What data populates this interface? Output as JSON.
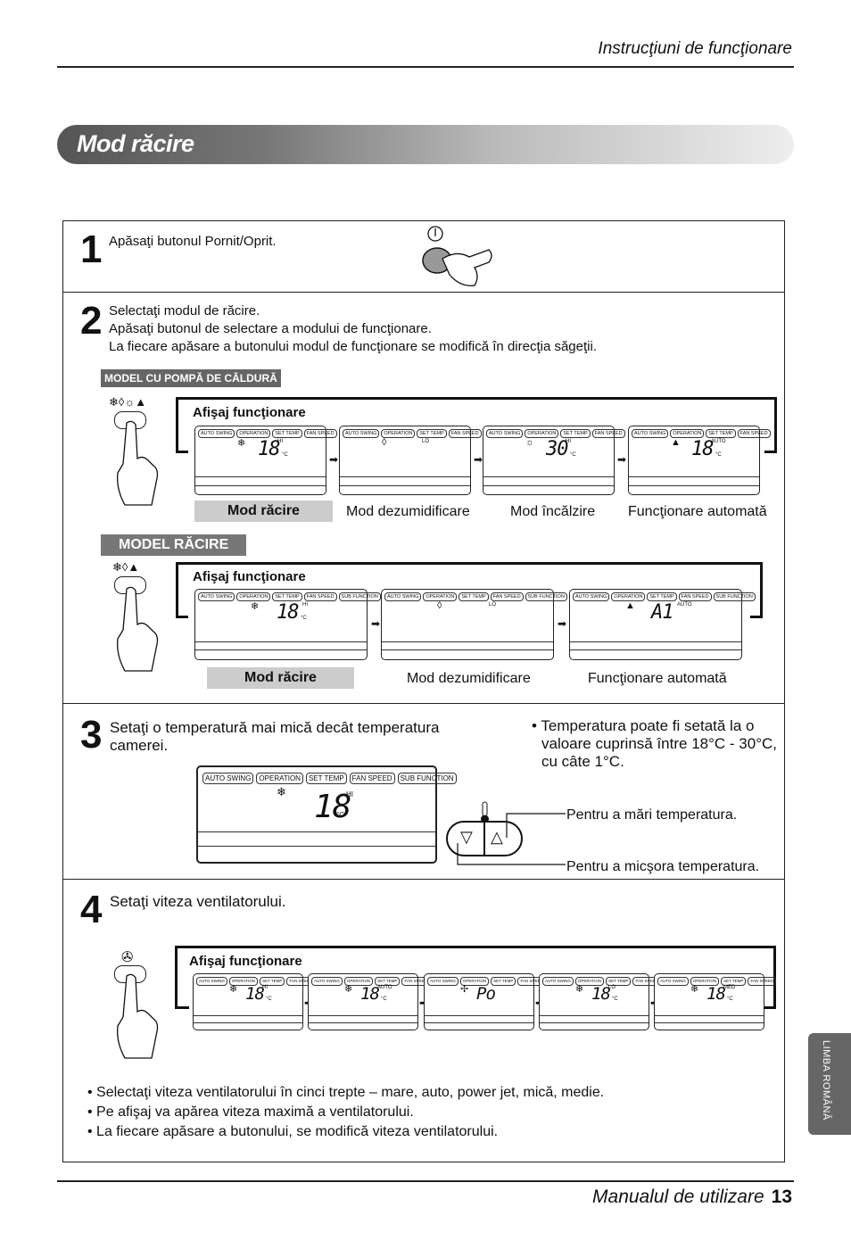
{
  "header": {
    "title": "Instrucţiuni de funcţionare"
  },
  "banner": {
    "title": "Mod răcire"
  },
  "step1": {
    "number": "1",
    "text": "Apăsaţi butonul Pornit/Oprit."
  },
  "step2": {
    "number": "2",
    "lines": [
      "Selectaţi modul de răcire.",
      "Apăsaţi butonul de selectare a modului de funcţionare.",
      "La fiecare apăsare a butonului modul de funcţionare se modifică în direcţia săgeţii."
    ],
    "heatpump": {
      "tag": "MODEL CU POMPĂ DE CĂLDURĂ",
      "button_icons": "❄◊☼▲",
      "display_title": "Afişaj funcţionare",
      "modes": [
        "Mod răcire",
        "Mod dezumidificare",
        "Mod încălzire",
        "Funcţionare automată"
      ],
      "lcd_pills": [
        "AUTO SWING",
        "OPERATION",
        "SET TEMP",
        "FAN SPEED"
      ],
      "displays": [
        {
          "sym": "❄",
          "num": "18",
          "unit": "°C",
          "fan": "HI"
        },
        {
          "sym": "◊",
          "num": "",
          "unit": "",
          "fan": "LO"
        },
        {
          "sym": "☼",
          "num": "30",
          "unit": "°C",
          "fan": "HI"
        },
        {
          "sym": "▲",
          "num": "18",
          "unit": "°C",
          "fan": "AUTO"
        }
      ]
    },
    "cooling": {
      "tag": "MODEL RĂCIRE",
      "button_icons": "❄◊▲",
      "display_title": "Afişaj funcţionare",
      "modes": [
        "Mod răcire",
        "Mod dezumidificare",
        "Funcţionare automată"
      ],
      "lcd_pills": [
        "AUTO SWING",
        "OPERATION",
        "SET TEMP",
        "FAN SPEED",
        "SUB FUNCTION"
      ],
      "displays": [
        {
          "sym": "❄",
          "num": "18",
          "unit": "°C",
          "fan": "HI"
        },
        {
          "sym": "◊",
          "num": "",
          "unit": "",
          "fan": "LO"
        },
        {
          "sym": "▲",
          "num": "A1",
          "unit": "",
          "fan": "AUTO"
        }
      ]
    }
  },
  "step3": {
    "number": "3",
    "text": [
      "Setaţi o temperatură mai mică decât temperatura",
      "camerei."
    ],
    "note": [
      "• Temperatura poate fi setată la o",
      "valoare cuprinsă între 18°C - 30°C,",
      "cu câte 1°C."
    ],
    "lcd_pills": [
      "AUTO SWING",
      "OPERATION",
      "SET TEMP",
      "FAN SPEED",
      "SUB FUNCTION"
    ],
    "display": {
      "sym": "❄",
      "num": "18",
      "unit": "°C",
      "fan": "HI"
    },
    "up_label": "Pentru a mări temperatura.",
    "down_label": "Pentru a micşora temperatura."
  },
  "step4": {
    "number": "4",
    "text": "Setaţi viteza ventilatorului.",
    "display_title": "Afişaj funcţionare",
    "lcd_pills": [
      "AUTO SWING",
      "OPERATION",
      "SET TEMP",
      "FAN SPEED"
    ],
    "displays": [
      {
        "sym": "❄",
        "num": "18",
        "unit": "°C",
        "fan": "HI"
      },
      {
        "sym": "❄",
        "num": "18",
        "unit": "°C",
        "fan": "AUTO"
      },
      {
        "sym": "✢",
        "num": "Po",
        "unit": "",
        "fan": ""
      },
      {
        "sym": "❄",
        "num": "18",
        "unit": "°C",
        "fan": "LO"
      },
      {
        "sym": "❄",
        "num": "18",
        "unit": "°C",
        "fan": "MED"
      }
    ],
    "bullets": [
      "• Selectaţi viteza ventilatorului în cinci trepte – mare, auto, power jet, mică, medie.",
      "• Pe afişaj va apărea viteza maximă a ventilatorului.",
      "• La fiecare apăsare a butonului, se modifică viteza ventilatorului."
    ]
  },
  "side_tab": "LIMBA ROMÂNĂ",
  "footer": {
    "title": "Manualul de utilizare",
    "page": "13"
  }
}
